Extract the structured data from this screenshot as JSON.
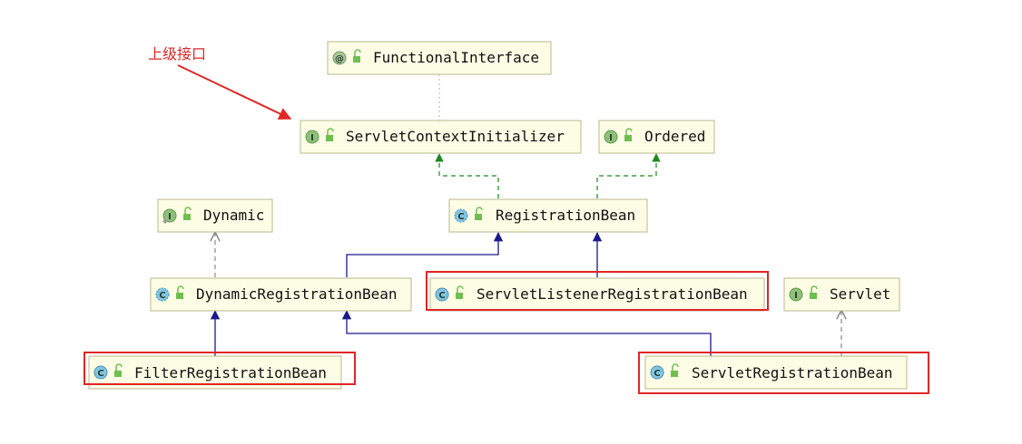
{
  "note": {
    "label": "上级接口"
  },
  "nodes": {
    "functional_interface": {
      "kind": "annotation",
      "badge": "@",
      "name": "FunctionalInterface"
    },
    "servlet_context_initializer": {
      "kind": "interface",
      "badge": "I",
      "name": "ServletContextInitializer"
    },
    "ordered": {
      "kind": "interface",
      "badge": "I",
      "name": "Ordered"
    },
    "dynamic": {
      "kind": "interface",
      "badge": "I",
      "name": "Dynamic"
    },
    "registration_bean": {
      "kind": "abstract-class",
      "badge": "C",
      "name": "RegistrationBean"
    },
    "dynamic_registration_bean": {
      "kind": "abstract-class",
      "badge": "C",
      "name": "DynamicRegistrationBean"
    },
    "servlet_listener_registration_bean": {
      "kind": "class",
      "badge": "C",
      "name": "ServletListenerRegistrationBean",
      "highlighted": true
    },
    "servlet": {
      "kind": "interface",
      "badge": "I",
      "name": "Servlet"
    },
    "filter_registration_bean": {
      "kind": "class",
      "badge": "C",
      "name": "FilterRegistrationBean",
      "highlighted": true
    },
    "servlet_registration_bean": {
      "kind": "class",
      "badge": "C",
      "name": "ServletRegistrationBean",
      "highlighted": true
    }
  },
  "colors": {
    "implements_arrow": "#1e8a1e",
    "extends_arrow": "#1a1a8c",
    "inner_interface_arrow": "#8a8a8a",
    "annotation_link": "#b0b0b0",
    "highlight": "#e02626",
    "node_fill": "#fdfde6",
    "badge_interface": "#8ec07c",
    "badge_class": "#7fc6e3",
    "badge_annotation": "#a8c89a"
  }
}
